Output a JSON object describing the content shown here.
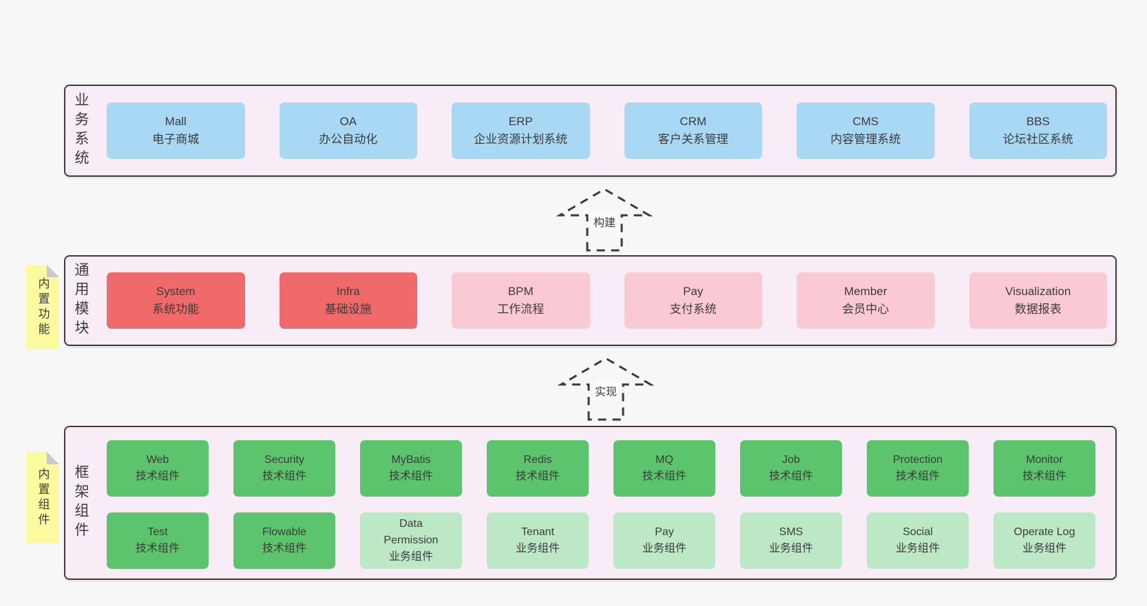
{
  "colors": {
    "page_bg": "#f7f7f7",
    "panel_bg": "#f8edf6",
    "panel_border": "#3d3d3d",
    "text": "#3b3b3b",
    "blue": "#a9d8f5",
    "red": "#f0696b",
    "pink": "#facad4",
    "green": "#5cc46c",
    "light_green": "#bce8c5",
    "sticky_yellow": "#fcfa9f"
  },
  "arrows": [
    {
      "label": "构建"
    },
    {
      "label": "实现"
    }
  ],
  "layers": [
    {
      "label": "业务系统",
      "boxes": [
        {
          "title": "Mall",
          "subtitle": "电子商城",
          "variant": "blue"
        },
        {
          "title": "OA",
          "subtitle": "办公自动化",
          "variant": "blue"
        },
        {
          "title": "ERP",
          "subtitle": "企业资源计划系统",
          "variant": "blue"
        },
        {
          "title": "CRM",
          "subtitle": "客户关系管理",
          "variant": "blue"
        },
        {
          "title": "CMS",
          "subtitle": "内容管理系统",
          "variant": "blue"
        },
        {
          "title": "BBS",
          "subtitle": "论坛社区系统",
          "variant": "blue"
        }
      ]
    },
    {
      "label": "通用模块",
      "sticky": "内置功能",
      "boxes": [
        {
          "title": "System",
          "subtitle": "系统功能",
          "variant": "red"
        },
        {
          "title": "Infra",
          "subtitle": "基础设施",
          "variant": "red"
        },
        {
          "title": "BPM",
          "subtitle": "工作流程",
          "variant": "pink"
        },
        {
          "title": "Pay",
          "subtitle": "支付系统",
          "variant": "pink"
        },
        {
          "title": "Member",
          "subtitle": "会员中心",
          "variant": "pink"
        },
        {
          "title": "Visualization",
          "subtitle": "数据报表",
          "variant": "pink"
        }
      ]
    },
    {
      "label": "框架组件",
      "sticky": "内置组件",
      "rows": [
        [
          {
            "title": "Web",
            "subtitle": "技术组件",
            "variant": "green"
          },
          {
            "title": "Security",
            "subtitle": "技术组件",
            "variant": "green"
          },
          {
            "title": "MyBatis",
            "subtitle": "技术组件",
            "variant": "green"
          },
          {
            "title": "Redis",
            "subtitle": "技术组件",
            "variant": "green"
          },
          {
            "title": "MQ",
            "subtitle": "技术组件",
            "variant": "green"
          },
          {
            "title": "Job",
            "subtitle": "技术组件",
            "variant": "green"
          },
          {
            "title": "Protection",
            "subtitle": "技术组件",
            "variant": "green"
          },
          {
            "title": "Monitor",
            "subtitle": "技术组件",
            "variant": "green"
          }
        ],
        [
          {
            "title": "Test",
            "subtitle": "技术组件",
            "variant": "green"
          },
          {
            "title": "Flowable",
            "subtitle": "技术组件",
            "variant": "green"
          },
          {
            "title": "Data Permission",
            "subtitle": "业务组件",
            "variant": "light_green"
          },
          {
            "title": "Tenant",
            "subtitle": "业务组件",
            "variant": "light_green"
          },
          {
            "title": "Pay",
            "subtitle": "业务组件",
            "variant": "light_green"
          },
          {
            "title": "SMS",
            "subtitle": "业务组件",
            "variant": "light_green"
          },
          {
            "title": "Social",
            "subtitle": "业务组件",
            "variant": "light_green"
          },
          {
            "title": "Operate Log",
            "subtitle": "业务组件",
            "variant": "light_green"
          }
        ]
      ]
    }
  ]
}
